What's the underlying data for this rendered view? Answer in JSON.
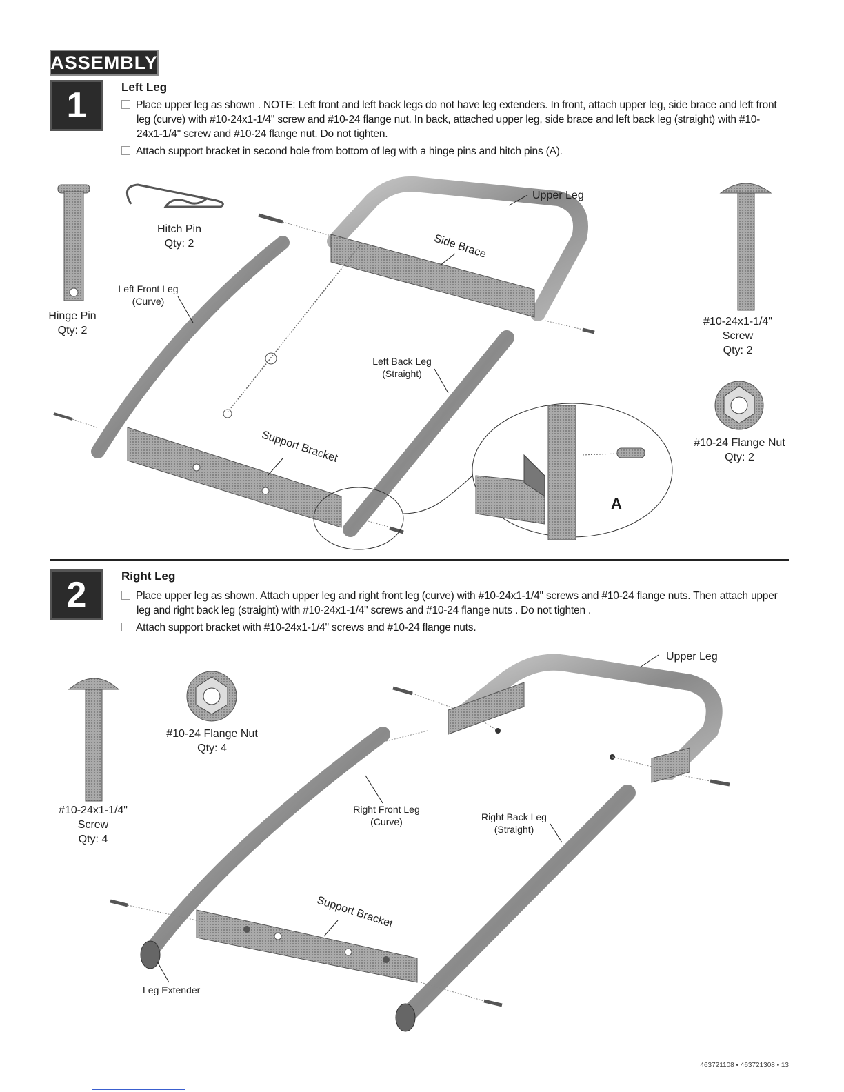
{
  "header": {
    "title": "ASSEMBLY"
  },
  "step1": {
    "number": "1",
    "title": "Left Leg",
    "instructions": [
      "Place upper leg as shown . NOTE: Left front and left back legs do not have leg extenders.  In front, attach upper leg, side brace and left front leg (curve) with #10-24x1-1/4\" screw and #10-24 flange nut. In back, attached upper leg, side brace and left back leg (straight) with  #10-24x1-1/4\" screw and #10-24 flange nut. Do not tighten.",
      "Attach support bracket in second hole from bottom of leg with a hinge pins and hitch pins (A)."
    ],
    "labels": {
      "hitch_pin": "Hitch Pin",
      "hitch_pin_qty": "Qty: 2",
      "hinge_pin": "Hinge Pin",
      "hinge_pin_qty": "Qty: 2",
      "left_front_leg": "Left Front Leg",
      "left_front_leg_sub": "(Curve)",
      "upper_leg": "Upper Leg",
      "side_brace": "Side Brace",
      "left_back_leg": "Left Back Leg",
      "left_back_leg_sub": "(Straight)",
      "support_bracket": "Support Bracket",
      "screw": "#10-24x1-1/4\"",
      "screw_name": "Screw",
      "screw_qty": "Qty: 2",
      "flange_nut": "#10-24 Flange Nut",
      "flange_nut_qty": "Qty: 2",
      "detail": "A"
    }
  },
  "step2": {
    "number": "2",
    "title": "Right Leg",
    "instructions": [
      "Place upper leg as shown. Attach upper leg and right front leg (curve) with #10-24x1-1/4\" screws and #10-24 flange nuts. Then attach upper leg and right back leg (straight) with #10-24x1-1/4\" screws and #10-24 flange nuts . Do not tighten .",
      "Attach support bracket with #10-24x1-1/4\" screws and #10-24 flange nuts."
    ],
    "labels": {
      "upper_leg": "Upper Leg",
      "flange_nut": "#10-24 Flange Nut",
      "flange_nut_qty": "Qty: 4",
      "screw": "#10-24x1-1/4\"",
      "screw_name": "Screw",
      "screw_qty": "Qty: 4",
      "right_front_leg": "Right Front Leg",
      "right_front_leg_sub": "(Curve)",
      "right_back_leg": "Right Back Leg",
      "right_back_leg_sub": "(Straight)",
      "support_bracket": "Support Bracket",
      "leg_extender": "Leg Extender"
    }
  },
  "footer": {
    "page_ref": "463721108 • 463721308 • 13"
  }
}
